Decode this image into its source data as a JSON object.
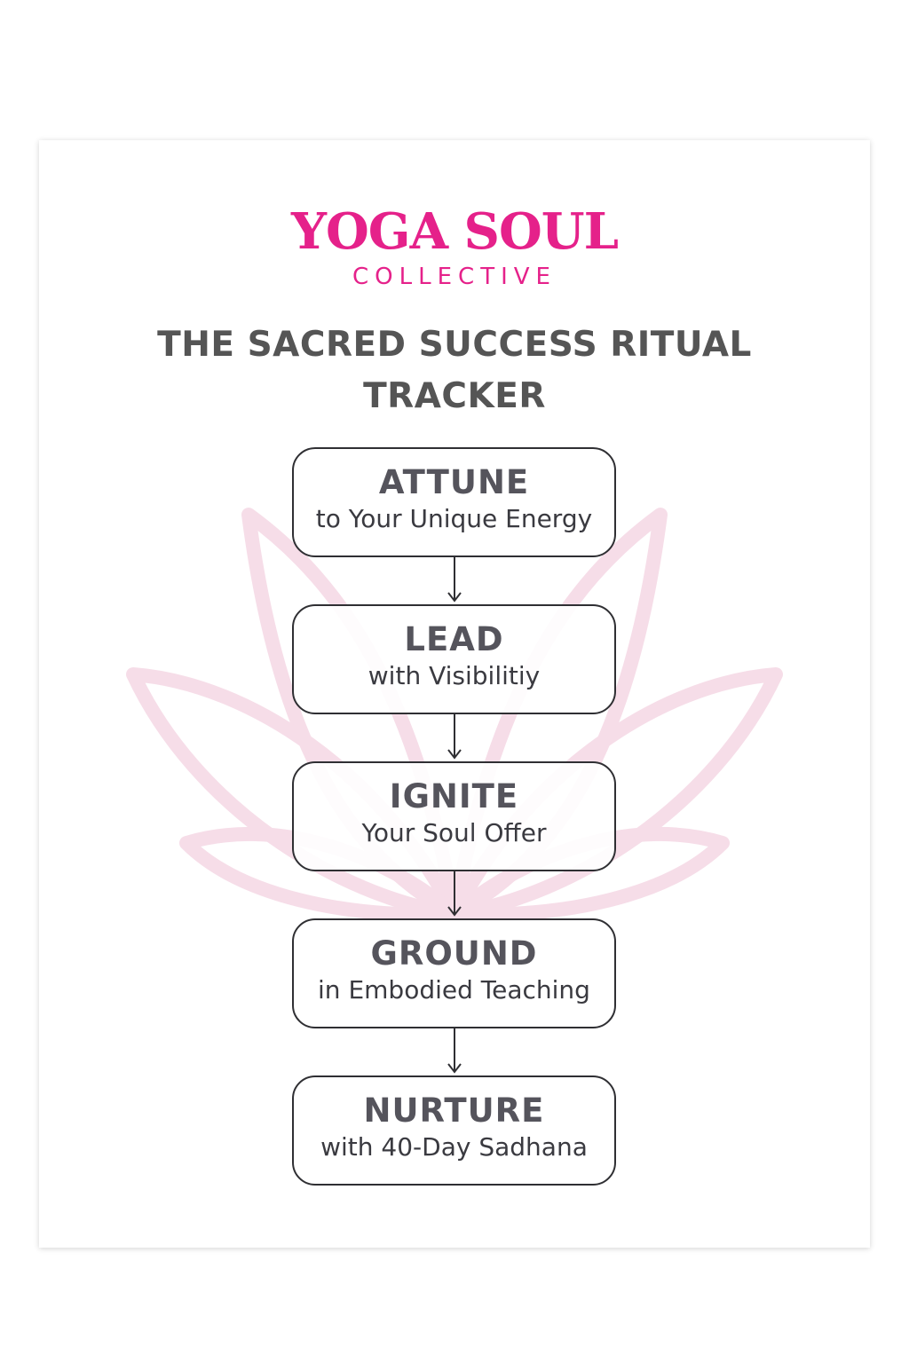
{
  "brand": {
    "name": "YOGA SOUL",
    "tagline": "COLLECTIVE"
  },
  "title": "THE SACRED SUCCESS RITUAL TRACKER",
  "steps": [
    {
      "title": "ATTUNE",
      "subtitle": "to Your Unique Energy"
    },
    {
      "title": "LEAD",
      "subtitle": "with Visibilitiy"
    },
    {
      "title": "IGNITE",
      "subtitle": "Your Soul Offer"
    },
    {
      "title": "GROUND",
      "subtitle": "in Embodied Teaching"
    },
    {
      "title": "NURTURE",
      "subtitle": "with 40-Day Sadhana"
    }
  ],
  "colors": {
    "brand": "#e5218a",
    "title": "#555555",
    "step_title": "#55545c",
    "step_text": "#3a3a40",
    "lotus": "#f6dde8",
    "border": "#2f2f33"
  },
  "decor": {
    "background_icon": "lotus-icon",
    "connector_icon": "arrow-down-icon"
  }
}
